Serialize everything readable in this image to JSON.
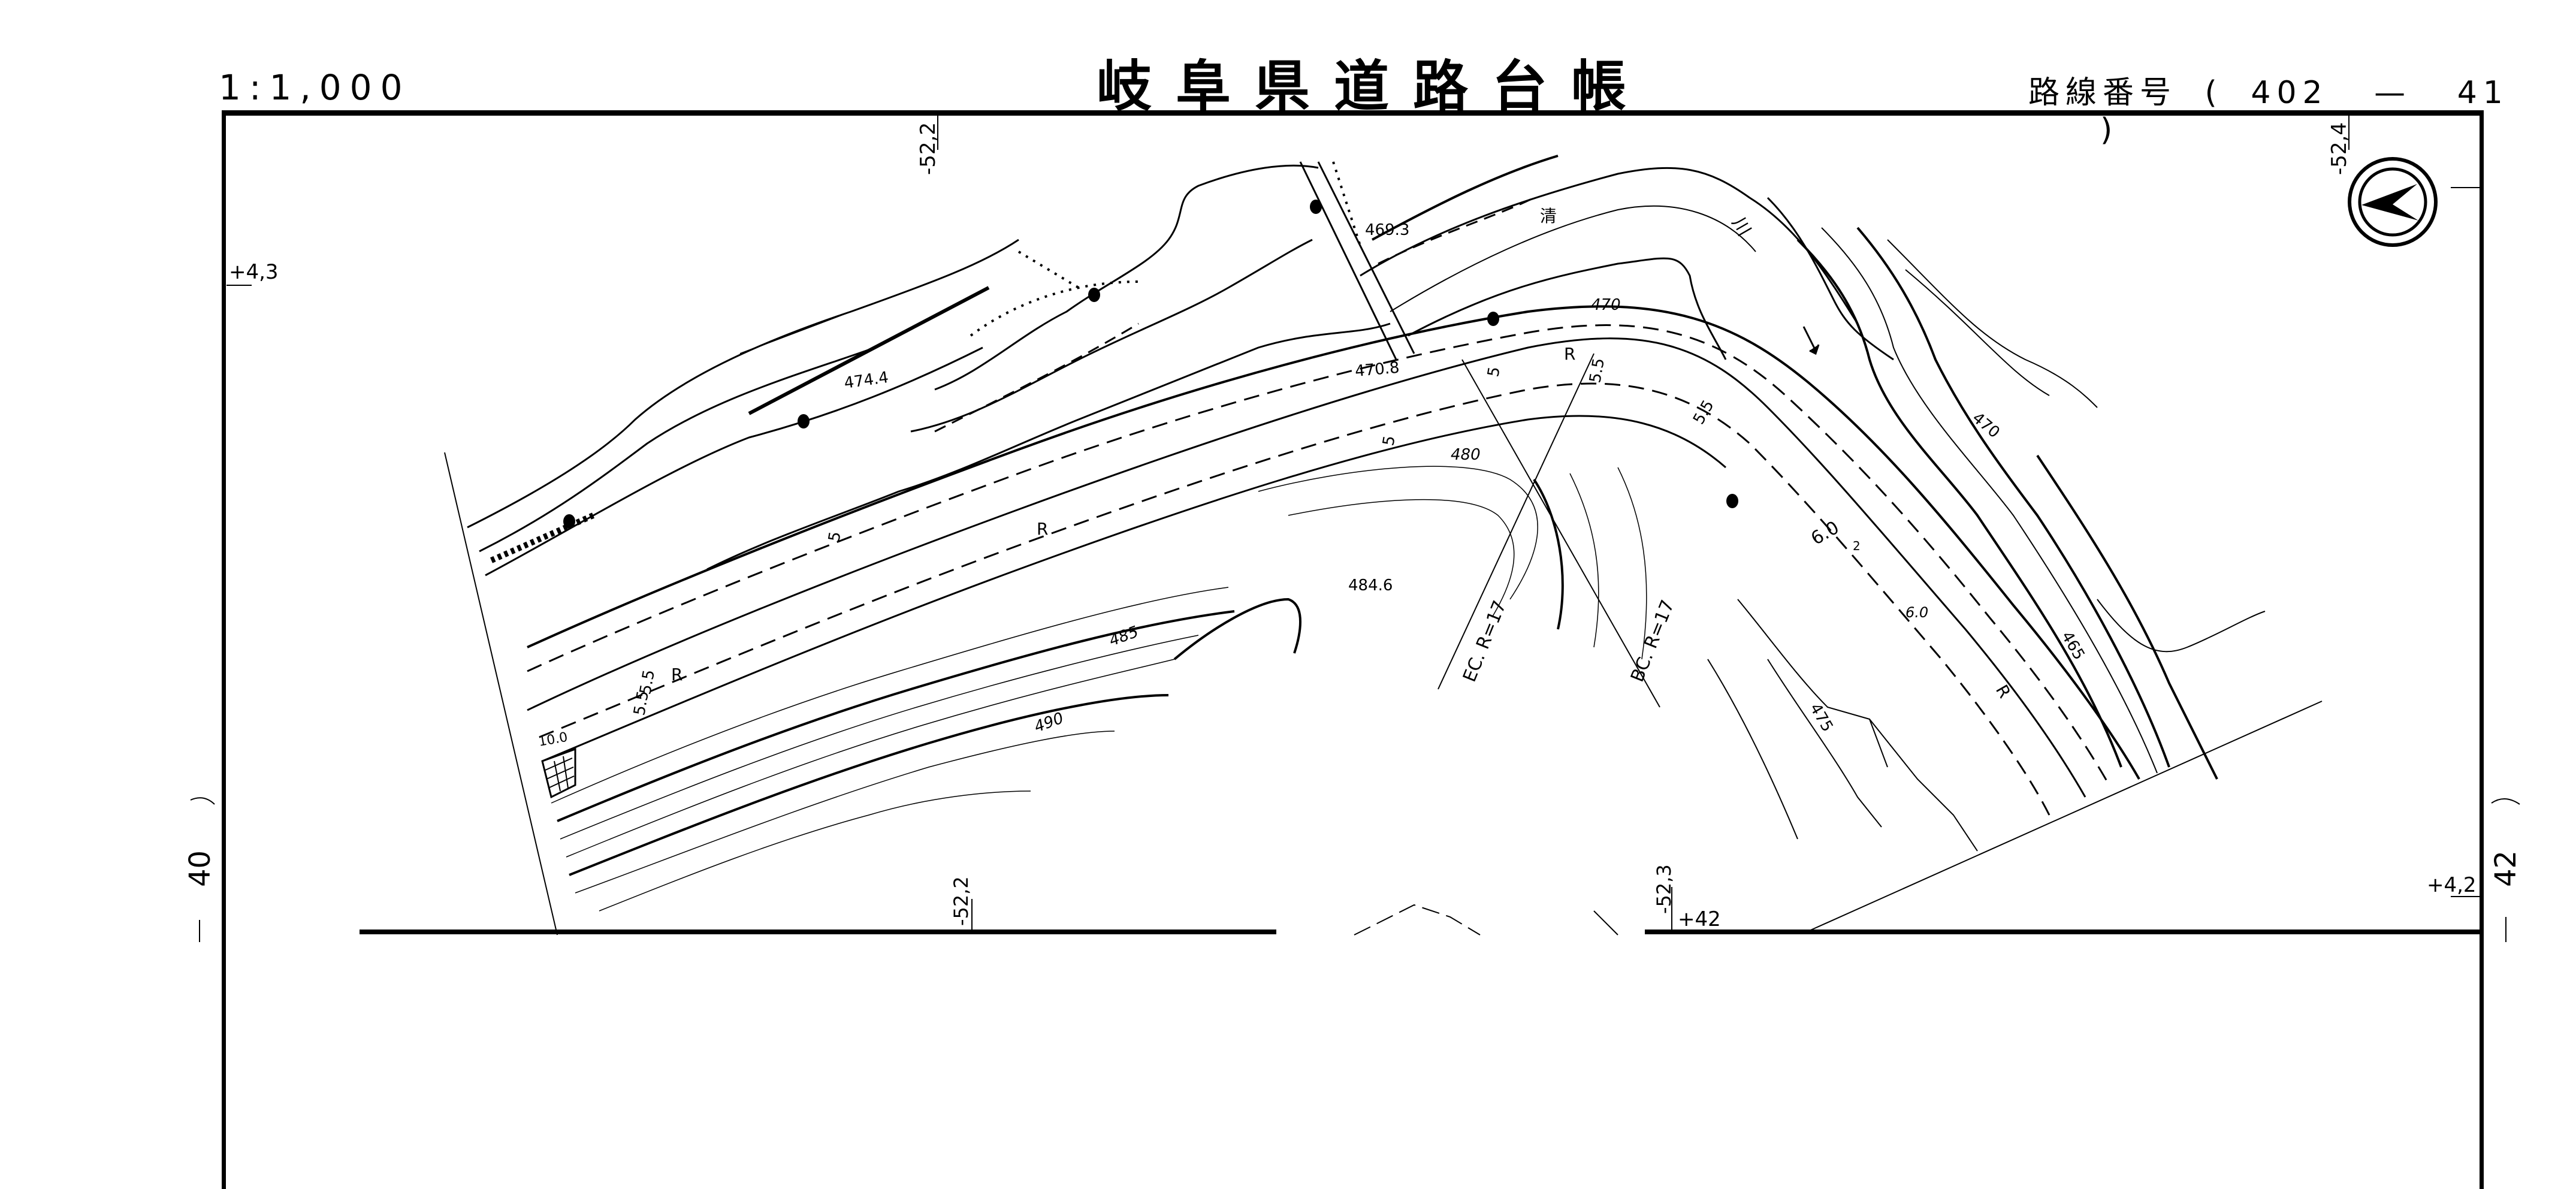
{
  "header": {
    "scale": "1:1,000",
    "title": "岐阜県道路台帳",
    "route_label": "路線番号",
    "route_open": "(",
    "route_major": "402",
    "route_dash": "—",
    "route_minor": "41",
    "route_close": ")"
  },
  "sheet": {
    "left_number": "40",
    "right_number": "42"
  },
  "grid_labels": {
    "top_left": "-52,2",
    "top_right": "-52,4",
    "left_side": "+4,3",
    "bottom_left": "-52,2",
    "bottom_center": "-52,3",
    "bottom_center_plus": "+42",
    "right_side": "+4,2"
  },
  "north_arrow": {
    "icon": "north-arrow-icon"
  },
  "map_labels": {
    "elevations": [
      "474.4",
      "469.3",
      "470.8",
      "470",
      "480",
      "484.6",
      "485",
      "490",
      "470",
      "465",
      "475"
    ],
    "curve_ec": "EC. R=17",
    "curve_bc": "BC. R=17",
    "road_widths": [
      "5",
      "5.5",
      "5.5",
      "5",
      "5",
      "5.5",
      "5.5",
      "10.0",
      "6.0",
      "2",
      "6.0"
    ],
    "road_marks": [
      "R",
      "R",
      "R",
      "R"
    ],
    "kanji_symbols": [
      "川",
      "清"
    ]
  },
  "colors": {
    "ink": "#000000",
    "paper": "#ffffff"
  }
}
